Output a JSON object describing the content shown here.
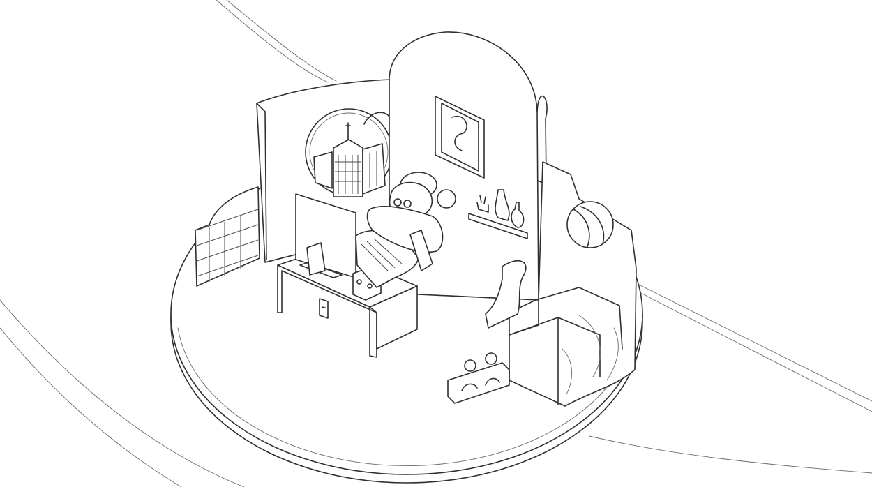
{
  "illustration": {
    "style": "pencil-sketch",
    "colors": {
      "background": "#ffffff",
      "stroke": "#2f2f2f",
      "light_stroke": "#6a6a6a"
    },
    "objects": [
      "round-platform",
      "background-ground-lines",
      "curved-back-wall",
      "round-window",
      "city-buildings",
      "arched-divider-wall",
      "framed-picture",
      "wall-shelf",
      "vases",
      "desk",
      "computer-monitor",
      "tablet",
      "speakers",
      "robot-character",
      "robot-chair",
      "staircase",
      "ball",
      "grid-panel",
      "toy-block"
    ]
  }
}
